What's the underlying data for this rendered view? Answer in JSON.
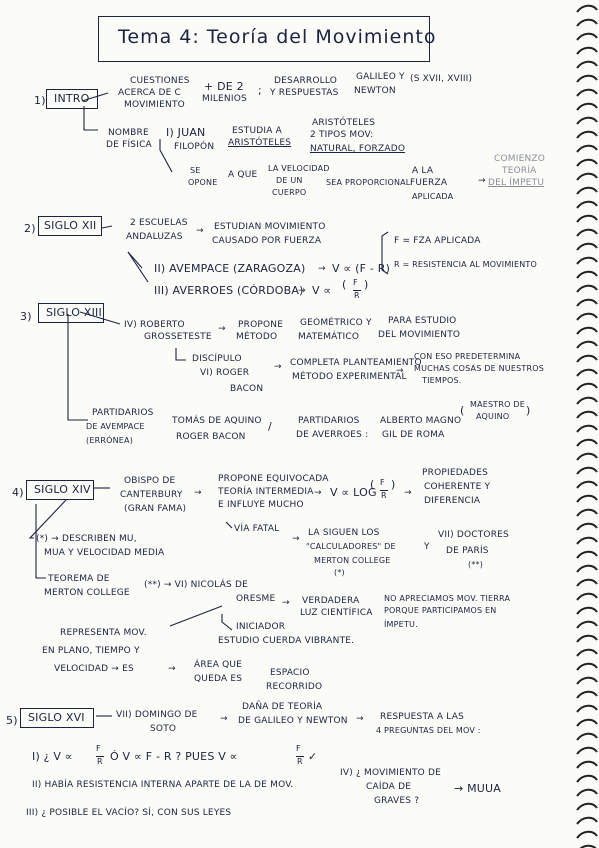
{
  "title": "Tema 4: Teoría del Movimiento",
  "intro": {
    "num": "1)",
    "label": "INTRO",
    "q1": "Cuestiones",
    "q2": "acerca de c",
    "q3": "movimiento",
    "c1": "+ de 2",
    "c2": "milenios",
    "d1": "Desarrollo",
    "d2": "y respuestas",
    "g1": "Galileo y",
    "g2": "Newton",
    "g3": "(s XVII, XVIII)",
    "n1": "Nombre",
    "n2": "de física",
    "i1": "I) Juan",
    "i2": "Filopón",
    "e1": "estudia a",
    "e2": "Aristóteles",
    "a1": "Aristóteles",
    "a2": "2 tipos mov:",
    "a3": "natural, forzado",
    "s1": "se",
    "s2": "opone",
    "s3": "a que",
    "v1": "la velocidad",
    "v2": "de un",
    "v3": "cuerpo",
    "p1": "sea proporcional",
    "f1": "a la",
    "f2": "fuerza",
    "f3": "aplicada",
    "cm1": "Comienzo",
    "cm2": "teoría",
    "cm3": "del ímpetu"
  },
  "s12": {
    "num": "2)",
    "label": "Siglo XII",
    "e1": "2 escuelas",
    "e2": "andaluzas",
    "r1": "estudian movimiento",
    "r2": "causado por fuerza",
    "ii": "II) Avempace (Zaragoza)",
    "iii": "III) Averroes (Córdoba)",
    "f1": "V ∝ (F - R)",
    "f2": "V ∝",
    "fF": "F",
    "fR": "R",
    "lg1": "F = fza aplicada",
    "lg2": "R = resistencia al movimiento"
  },
  "s13": {
    "num": "3)",
    "label": "Siglo XIII",
    "iv1": "IV) Roberto",
    "iv2": "Grosseteste",
    "p1": "propone",
    "p2": "método",
    "g1": "geométrico y",
    "g2": "matemático",
    "d1": "para estudio",
    "d2": "del movimiento",
    "dis": "discípulo",
    "vi1": "VI) Roger",
    "vi2": "Bacon",
    "c1": "completa planteamiento",
    "c2": "método experimental",
    "k1": "con eso predetermina",
    "k2": "muchas cosas de nuestros",
    "k3": "tiempos.",
    "pa1": "Partidarios",
    "pa2": "de Avempace",
    "pa3": "(errónea)",
    "t1": "Tomás de Aquino",
    "t2": "Roger Bacon",
    "pv1": "Partidarios",
    "pv2": "de Averroes :",
    "al1": "Alberto Magno",
    "al2": "Gil de Roma",
    "m1": "Maestro de",
    "m2": "Aquino"
  },
  "s14": {
    "num": "4)",
    "label": "Siglo XIV",
    "o1": "Obispo de",
    "o2": "Canterbury",
    "o3": "(Gran fama)",
    "pr1": "propone equivocada",
    "pr2": "teoría intermedia",
    "pr3": "e influye mucho",
    "fo": "V ∝ log",
    "fF": "F",
    "fR": "R",
    "pp1": "propiedades",
    "pp2": "coherente y",
    "pp3": "diferencia",
    "vf": "vía fatal",
    "sg1": "la siguen los",
    "sg2": "\"calculadores\" de",
    "sg3": "Merton College",
    "sg4": "(*)",
    "yy": "y",
    "dc1": "VII) doctores",
    "dc2": "de París",
    "dc3": "(**)",
    "ds1": "(*) → describen MU,",
    "ds2": "MUA y velocidad media",
    "te1": "Teorema de",
    "te2": "Merton College",
    "nc": "(**) → VI) Nicolás de",
    "nc2": "Oresme",
    "vd1": "verdadera",
    "vd2": "luz científica",
    "na1": "no apreciamos mov. Tierra",
    "na2": "porque participamos en",
    "na3": "ímpetu.",
    "in1": "iniciador",
    "in2": "estudio cuerda vibrante.",
    "rp1": "Representa mov.",
    "rp2": "en plano, tiempo y",
    "rp3": "velocidad → es",
    "ar1": "área que",
    "ar2": "queda es",
    "ep1": "espacio",
    "ep2": "recorrido"
  },
  "s16": {
    "num": "5)",
    "label": "Siglo XVI",
    "vii1": "VII) Domingo de",
    "vii2": "Soto",
    "da1": "Daña de teoría",
    "da2": "de Galileo y Newton",
    "rs1": "respuesta a las",
    "rs2": "4 preguntas del mov :"
  },
  "questions": {
    "q1a": "i) ¿ V ∝",
    "q1F": "F",
    "q1R": "R",
    "q1b": "ó V ∝ F - R ? Pues V ∝",
    "q1F2": "F",
    "q1R2": "R",
    "q2": "ii) Había resistencia interna aparte de la de mov.",
    "q3": "iii) ¿ Posible el vacío? Sí, con sus leyes",
    "q4a": "iv) ¿ Movimiento de",
    "q4b": "caída de",
    "q4c": "graves ?",
    "q4d": "→ MUUA"
  }
}
